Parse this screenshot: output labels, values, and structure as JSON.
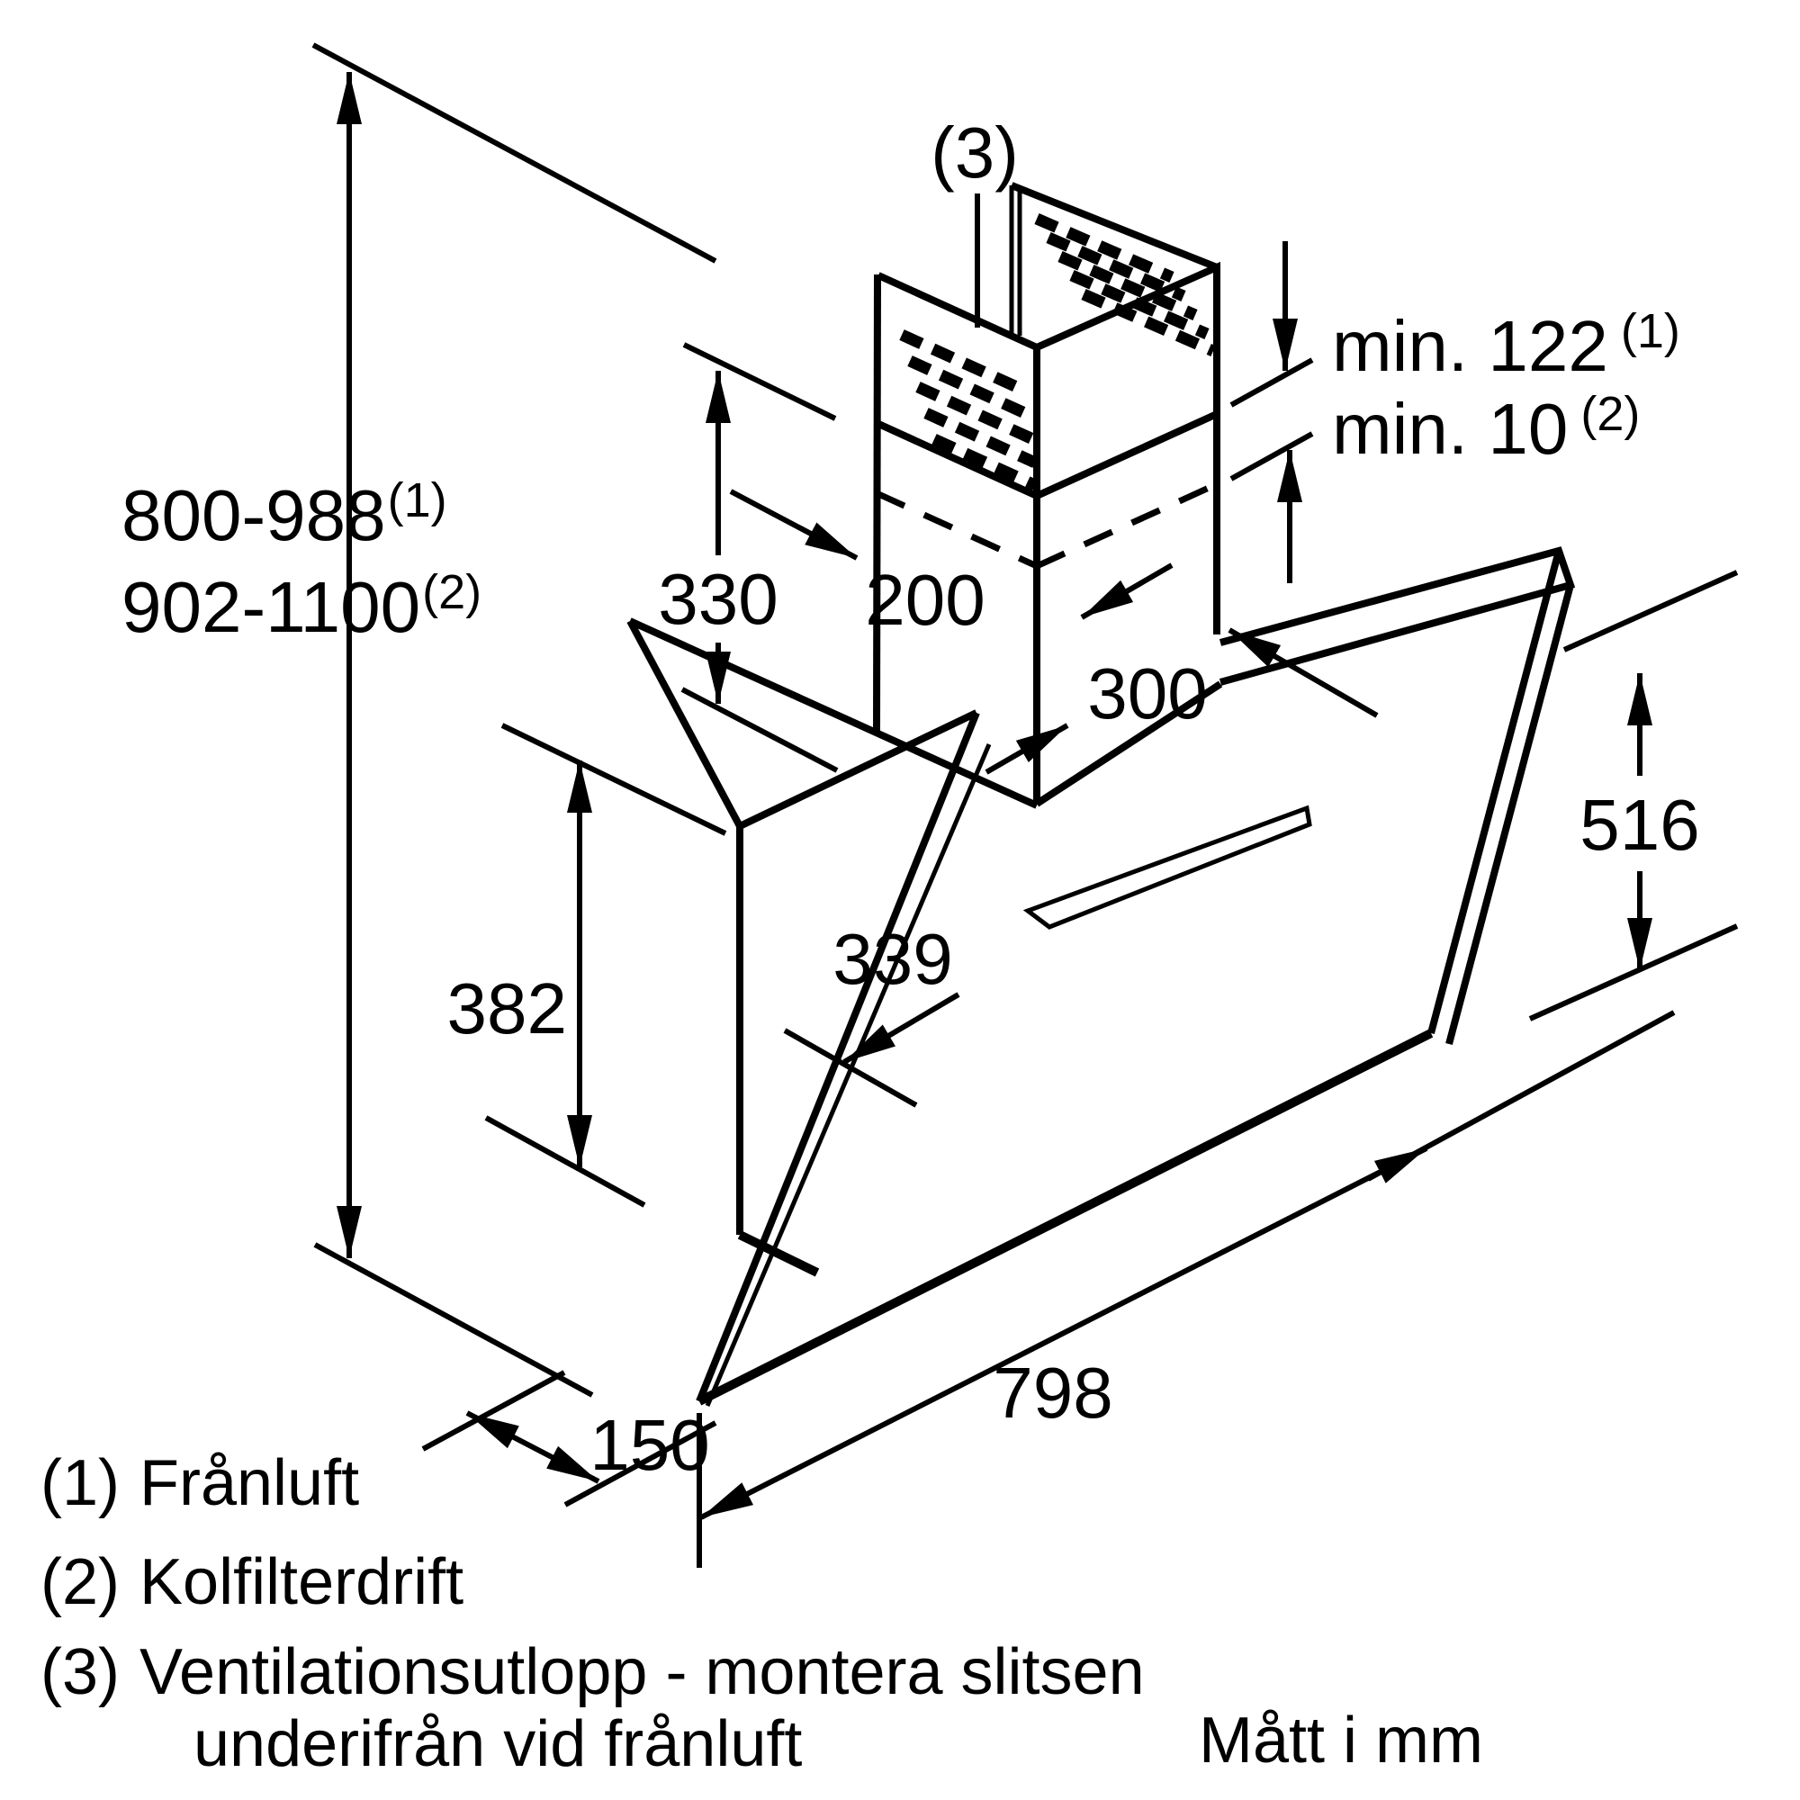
{
  "title_note": "Mått i mm",
  "callouts": {
    "vent_outlet": "(3)"
  },
  "dimensions": {
    "height_exhaust": {
      "value": "800-988",
      "sup": "(1)"
    },
    "height_recirculation": {
      "value": "902-1100",
      "sup": "(2)"
    },
    "min_clearance_exhaust": {
      "value": "min. 122",
      "sup": "(1)"
    },
    "min_clearance_recirculation": {
      "value": "min. 10",
      "sup": "(2)"
    },
    "upper_chimney_length": "330",
    "duct_width": "200",
    "duct_depth": "300",
    "body_height": "382",
    "body_depth": "339",
    "glass_height": "516",
    "glass_width": "798",
    "bottom_depth": "150"
  },
  "legend": [
    {
      "num": "(1)",
      "text": "Frånluft"
    },
    {
      "num": "(2)",
      "text": "Kolfilterdrift"
    },
    {
      "num": "(3)",
      "text": "Ventilationsutlopp - montera slitsen"
    },
    {
      "num": "",
      "text": "underifrån vid frånluft"
    }
  ],
  "colors": {
    "line": "#000000",
    "background": "#ffffff"
  }
}
